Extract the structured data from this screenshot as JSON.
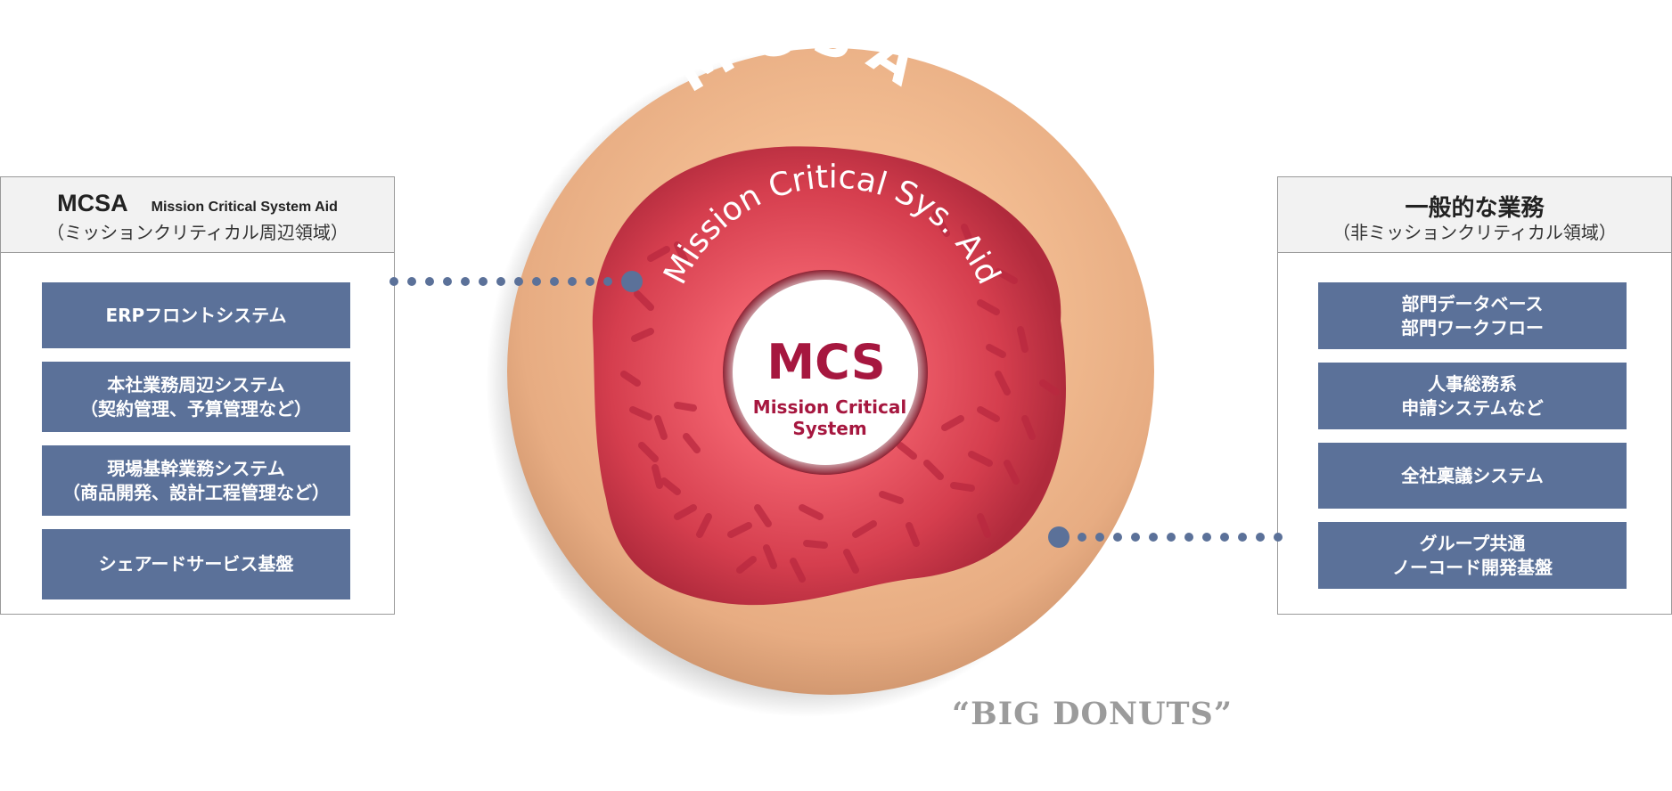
{
  "left_panel": {
    "title": "MCSA",
    "subtitle": "Mission Critical System Aid",
    "caption": "（ミッションクリティカル周辺領域）",
    "items": [
      {
        "line1": "ERPフロントシステム",
        "line2": ""
      },
      {
        "line1": "本社業務周辺システム",
        "line2": "（契約管理、予算管理など）"
      },
      {
        "line1": "現場基幹業務システム",
        "line2": "（商品開発、設計工程管理など）"
      },
      {
        "line1": "シェアードサービス基盤",
        "line2": ""
      }
    ]
  },
  "right_panel": {
    "title": "一般的な業務",
    "caption": "（非ミッションクリティカル領域）",
    "items": [
      {
        "line1": "部門データベース",
        "line2": "部門ワークフロー"
      },
      {
        "line1": "人事総務系",
        "line2": "申請システムなど"
      },
      {
        "line1": "全社稟議システム",
        "line2": ""
      },
      {
        "line1": "グループ共通",
        "line2": "ノーコード開発基盤"
      }
    ]
  },
  "donut": {
    "outer_title": "MCSA",
    "outer_subtitle": "Mission Critical Sys. Aid",
    "core_title": "MCS",
    "core_line1": "Mission Critical",
    "core_line2": "System",
    "dough_color": "#efb183",
    "icing_color": "#d8404f",
    "core_text_color": "#a6173f"
  },
  "bottom_label": "“BIG DONUTS”",
  "colors": {
    "item_fill": "#5b7199",
    "connector": "#5b7199"
  }
}
